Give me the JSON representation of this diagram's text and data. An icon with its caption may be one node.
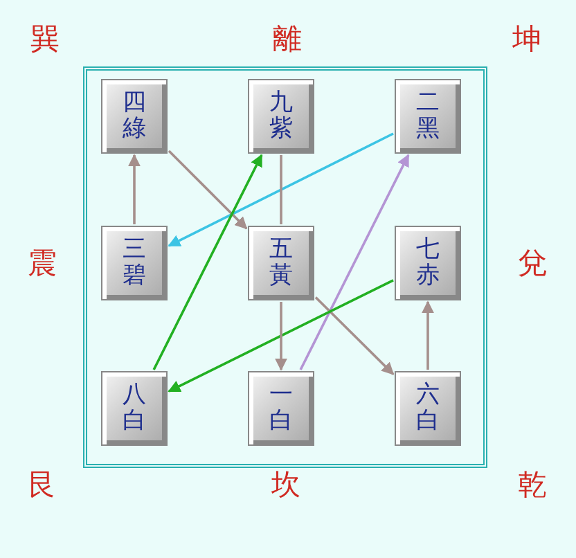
{
  "diagram": {
    "nodes": [
      {
        "text": [
          "四綠"
        ]
      },
      {
        "text": [
          "九紫"
        ]
      },
      {
        "text": [
          "二黑"
        ]
      },
      {
        "text": [
          "三碧"
        ]
      },
      {
        "text": [
          "五黃"
        ]
      },
      {
        "text": [
          "七赤"
        ]
      },
      {
        "text": [
          "八白"
        ]
      },
      {
        "text": [
          "一白"
        ]
      },
      {
        "text": [
          "六白"
        ]
      }
    ],
    "edges": [
      {
        "from": 7,
        "to": 2,
        "arrow": "to",
        "color": "#b494d4"
      },
      {
        "from": 2,
        "to": 3,
        "arrow": "to",
        "color": "#3cc4e4"
      },
      {
        "from": 3,
        "to": 0,
        "arrow": "to"
      },
      {
        "from": 0,
        "to": 4,
        "arrow": "to"
      },
      {
        "from": 4,
        "to": 8,
        "arrow": "to"
      },
      {
        "from": 8,
        "to": 5,
        "arrow": "to"
      },
      {
        "from": 5,
        "to": 6,
        "arrow": "to",
        "color": "#22b022"
      },
      {
        "from": 6,
        "to": 1,
        "arrow": "to",
        "color": "#22b022"
      },
      {
        "from": 1,
        "to": 4,
        "arrow": "none"
      },
      {
        "from": 4,
        "to": 7,
        "arrow": "to"
      }
    ],
    "labels": [
      "巽",
      "離",
      "坤",
      "震",
      "兌",
      "艮",
      "坎",
      "乾"
    ]
  }
}
